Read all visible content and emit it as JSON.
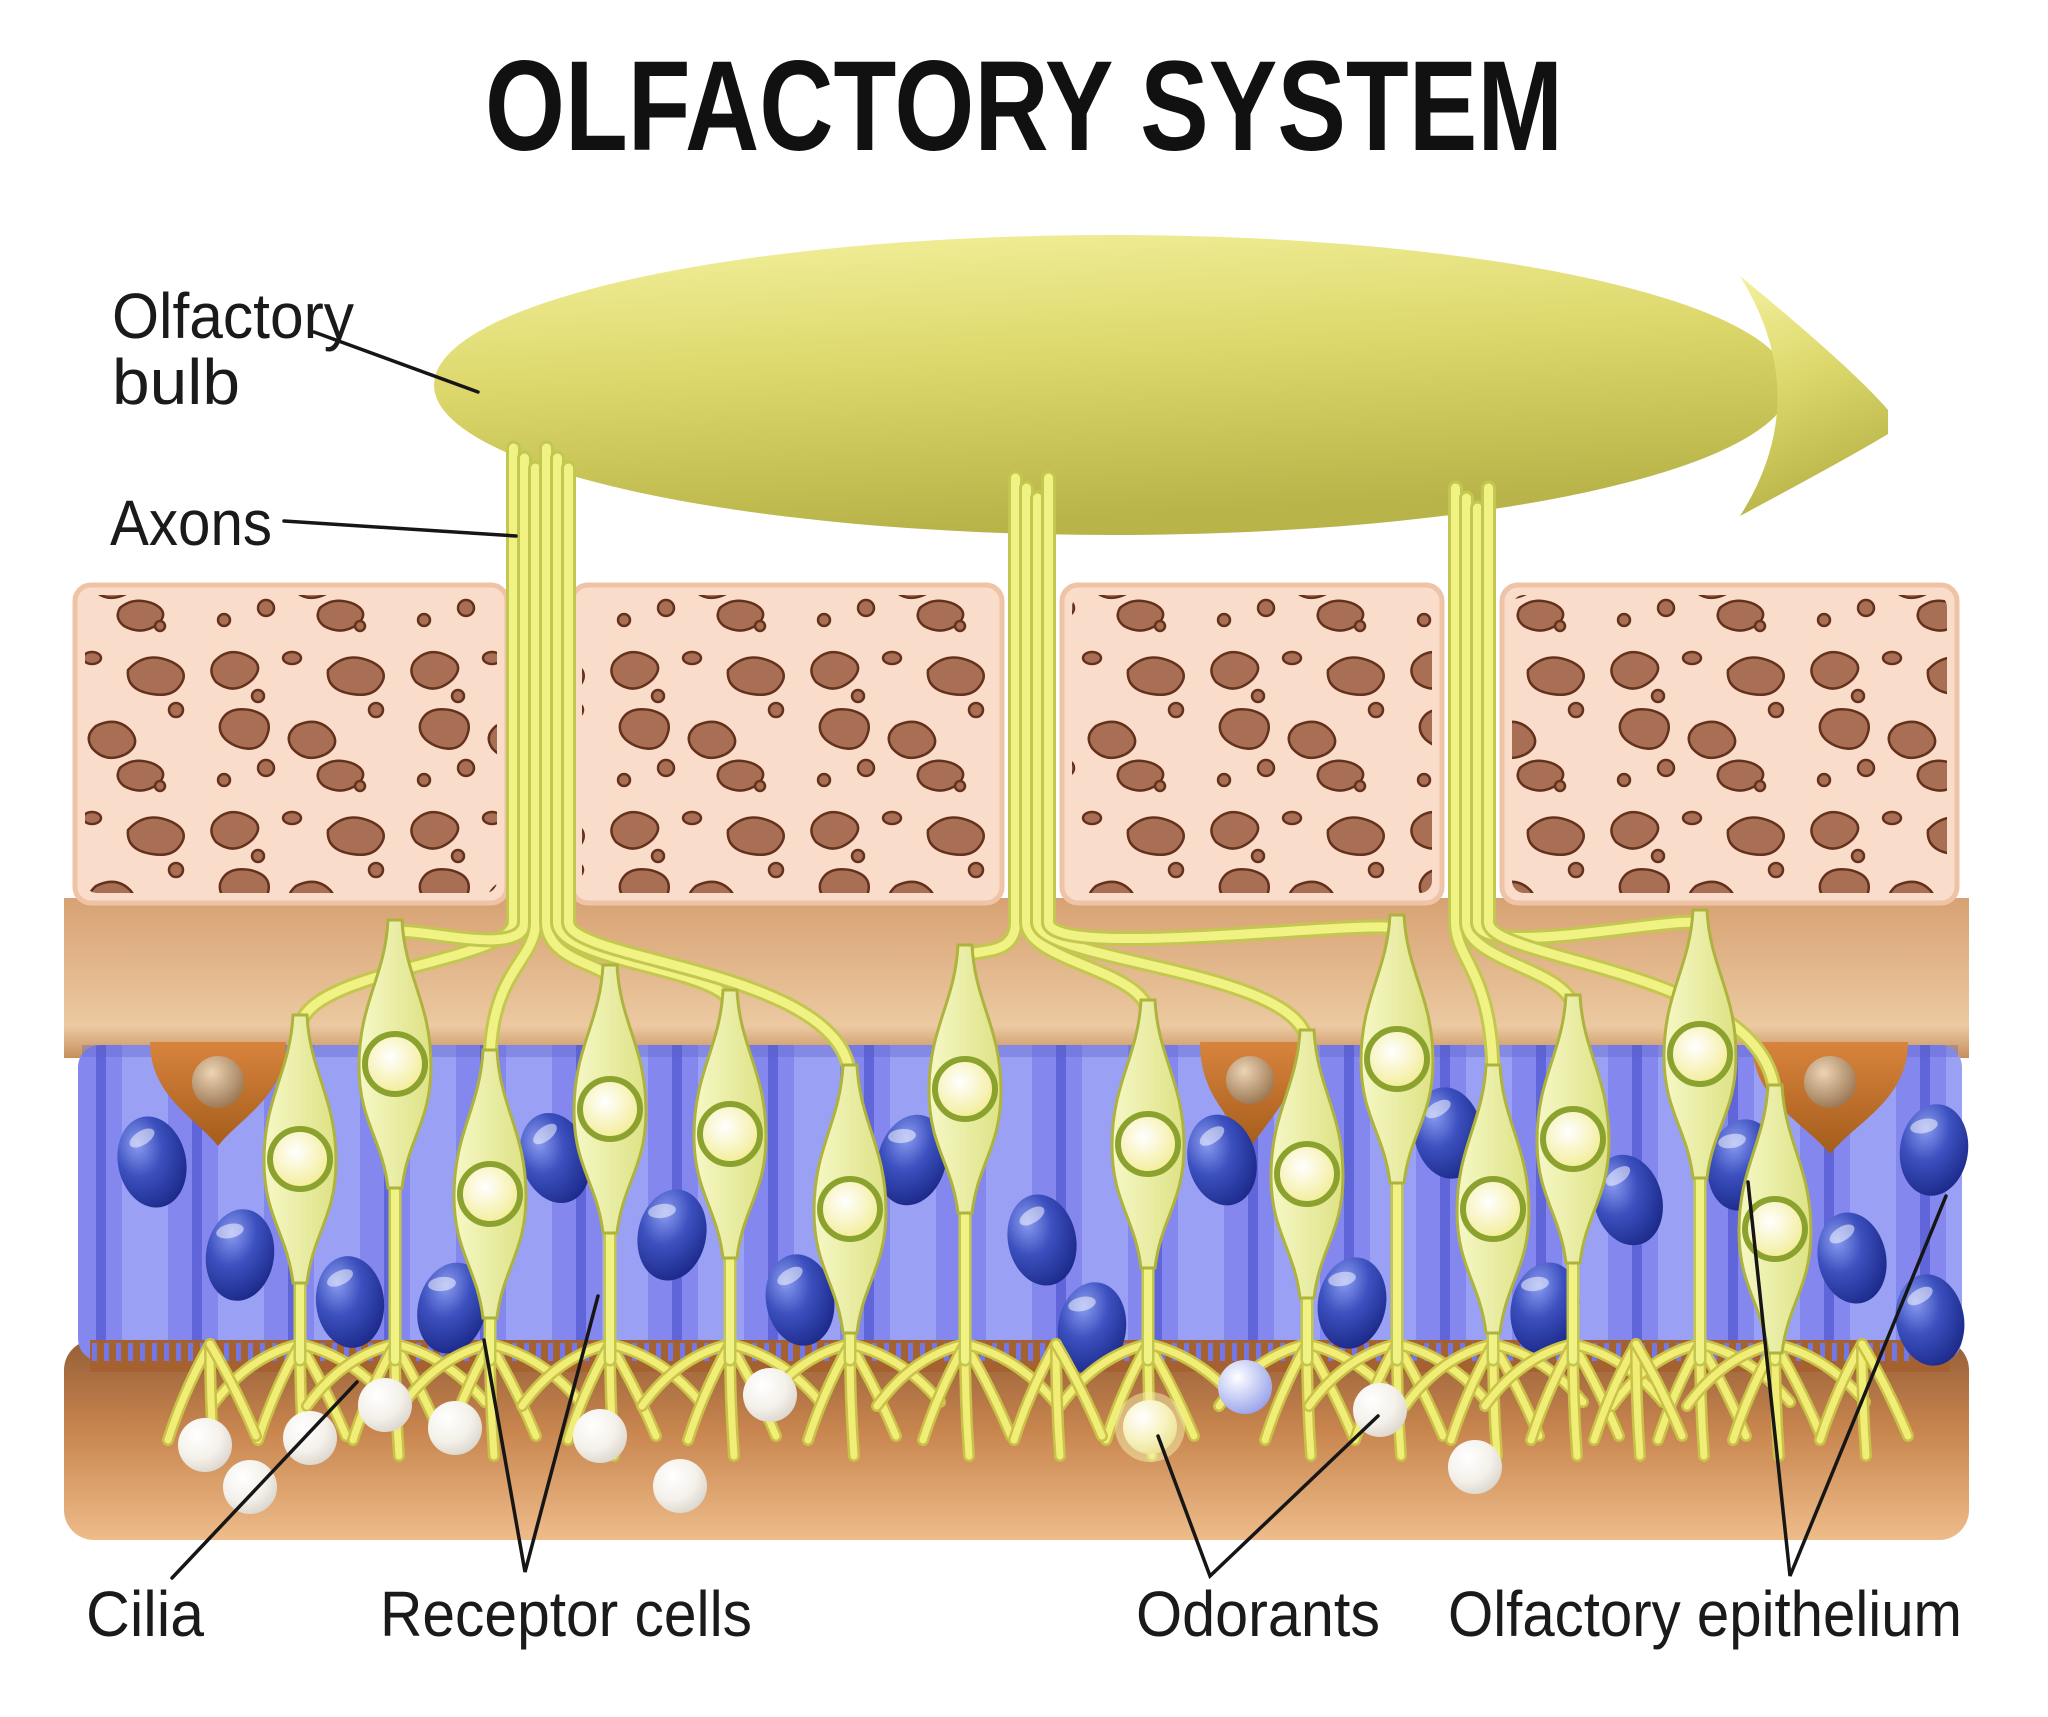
{
  "title": "OLFACTORY SYSTEM",
  "labels": {
    "olfactory_bulb_line1": "Olfactory",
    "olfactory_bulb_line2": "bulb",
    "axons": "Axons",
    "cilia": "Cilia",
    "receptor_cells": "Receptor cells",
    "odorants": "Odorants",
    "olfactory_epithelium": "Olfactory epithelium"
  },
  "colors": {
    "olfactory_bulb": "#dcd76a",
    "axons": "#f0f283",
    "bone": "#f9dcca",
    "bone_pores": "#a96f54",
    "epithelium": "#8488ee",
    "epithelium_nuclei": "#15227f",
    "receptor_cells": "#e9eda1",
    "glands": "#c9752f",
    "tissue_background": "#d49a68",
    "odorants": "#f1efe9",
    "label_text": "#1a1a1a"
  }
}
